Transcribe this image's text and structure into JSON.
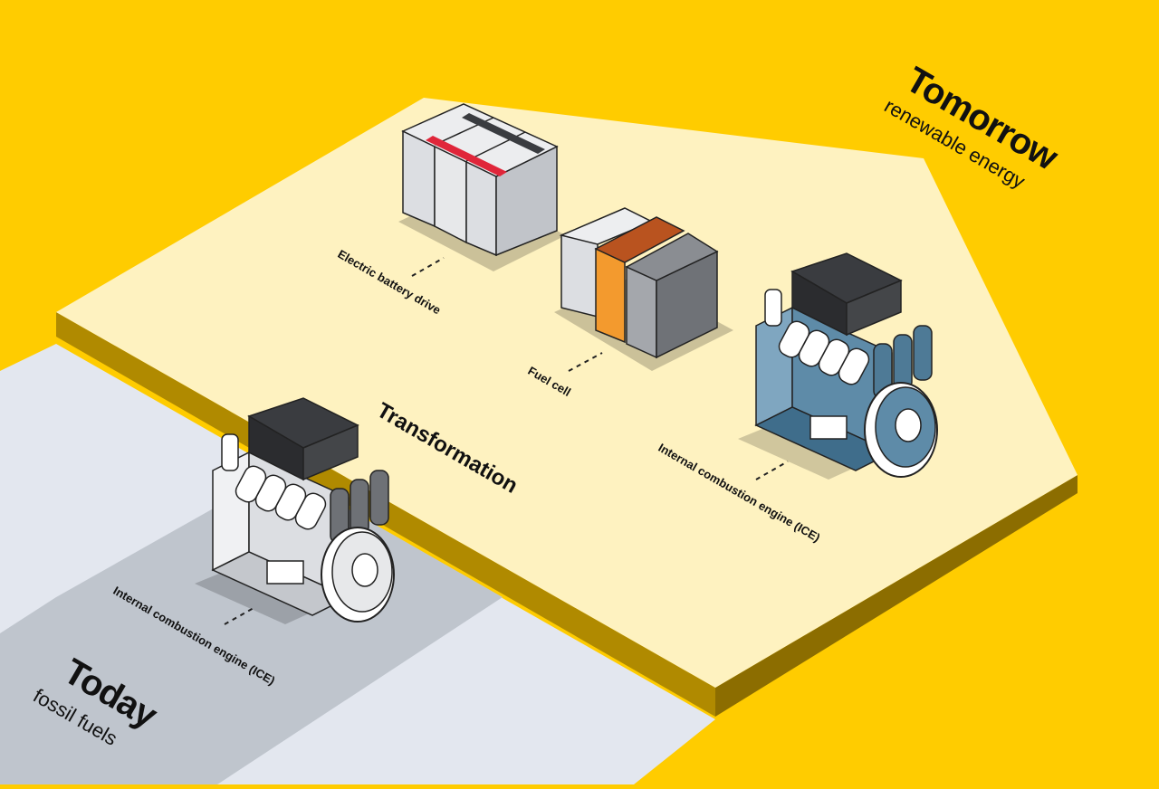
{
  "stages": {
    "today": {
      "title": "Today",
      "subtitle": "fossil fuels"
    },
    "transformation": {
      "title": "Transformation"
    },
    "tomorrow": {
      "title": "Tomorrow",
      "subtitle": "renewable energy"
    }
  },
  "technologies": {
    "battery": "Electric battery drive",
    "fuel_cell": "Fuel cell",
    "ice_today": "Internal combustion engine (ICE)",
    "ice_tomorrow": "Internal combustion engine (ICE)"
  },
  "colors": {
    "background": "#FFCC00",
    "platform_top": "#FEF2C0",
    "platform_side": "#B08A00",
    "today_light": "#E3E7EF",
    "today_dark": "#BFC5CD",
    "battery_stripe": "#E0263A",
    "fuel_cell_orange": "#F39A2E",
    "fuel_cell_dark_orange": "#B9531F",
    "engine_blue": "#5E8BA8",
    "engine_black": "#3A3C40"
  }
}
